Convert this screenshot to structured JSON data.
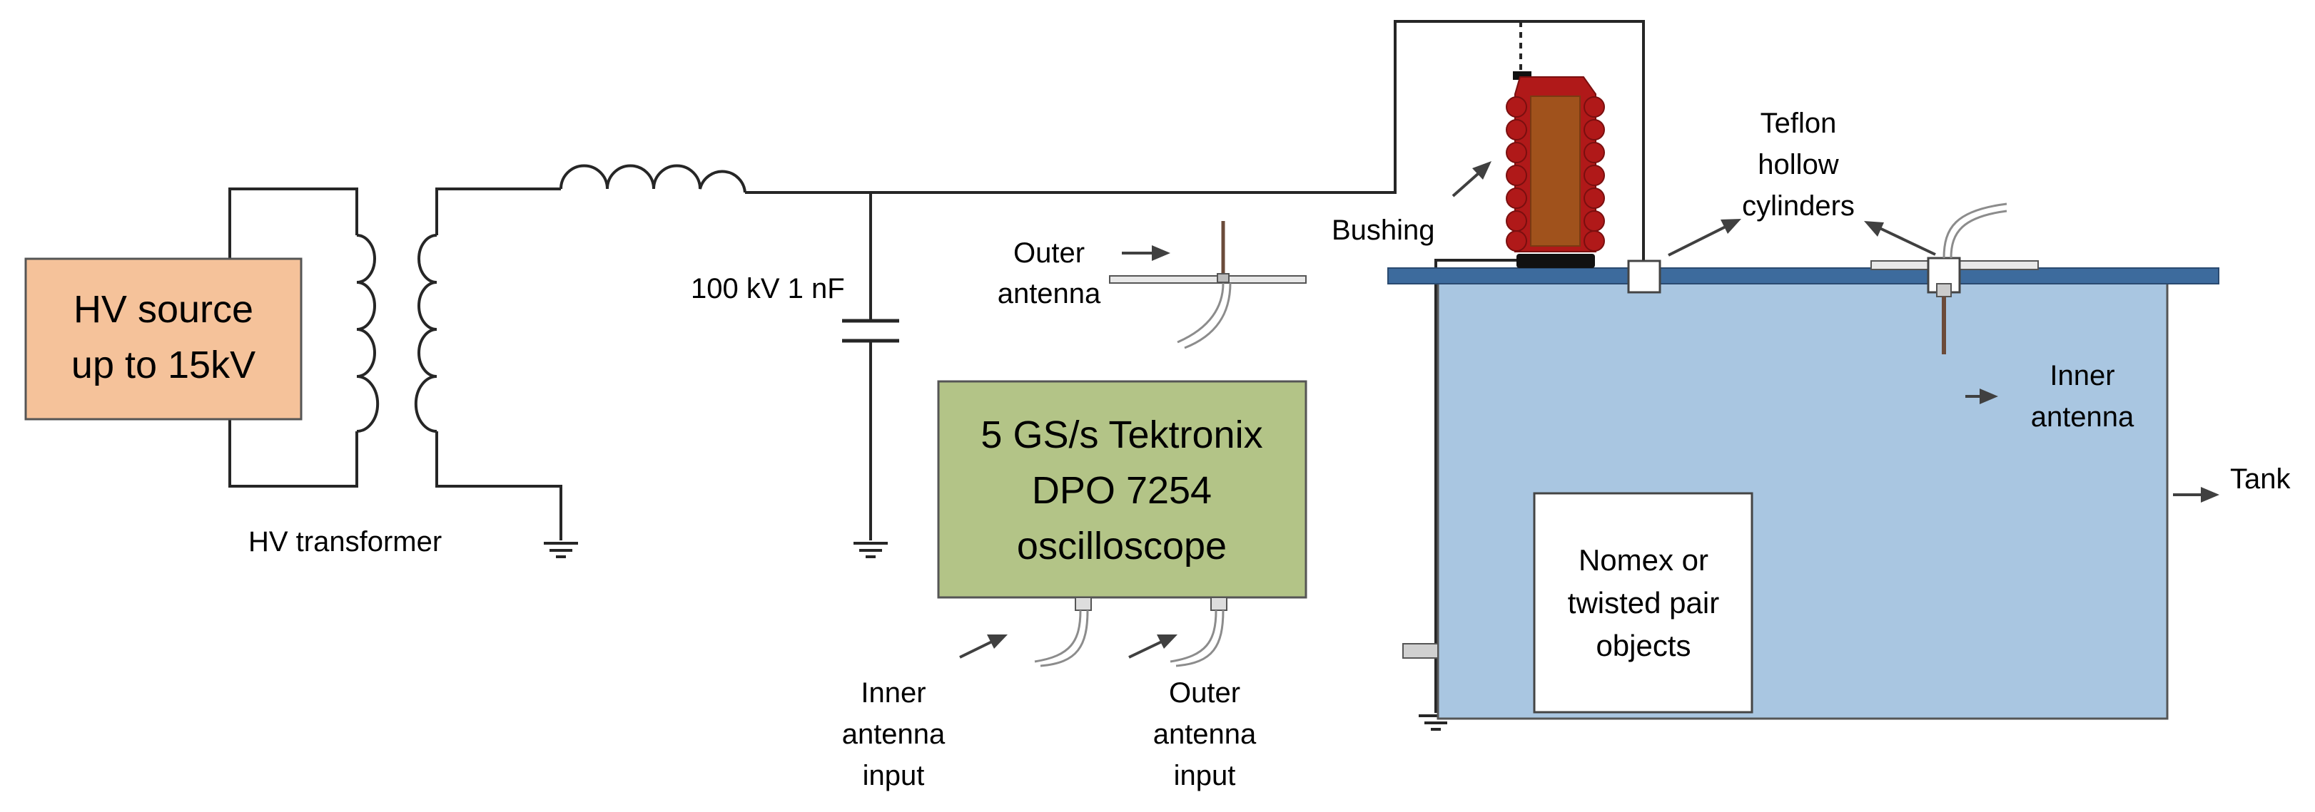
{
  "hv_source": {
    "line1": "HV source",
    "line2": "up to 15kV"
  },
  "transformer": {
    "label": "HV transformer"
  },
  "capacitor": {
    "label": "100 kV 1 nF"
  },
  "oscilloscope": {
    "line1": "5 GS/s Tektronix",
    "line2": "DPO 7254",
    "line3": "oscilloscope"
  },
  "outer_antenna": {
    "line1": "Outer",
    "line2": "antenna"
  },
  "inner_antenna_input": {
    "line1": "Inner",
    "line2": "antenna",
    "line3": "input"
  },
  "outer_antenna_input": {
    "line1": "Outer",
    "line2": "antenna",
    "line3": "input"
  },
  "bushing": {
    "label": "Bushing"
  },
  "teflon": {
    "line1": "Teflon",
    "line2": "hollow",
    "line3": "cylinders"
  },
  "inner_antenna": {
    "line1": "Inner",
    "line2": "antenna"
  },
  "tank": {
    "label": "Tank"
  },
  "test_object": {
    "line1": "Nomex or",
    "line2": "twisted pair",
    "line3": "objects"
  },
  "colors": {
    "hv_source_fill": "#f5c29a",
    "oscilloscope_fill": "#b3c487",
    "tank_fill": "#a9c6e1",
    "tank_lid": "#3d6b9d",
    "bushing_outer": "#b01919",
    "bushing_core": "#a0521c"
  }
}
